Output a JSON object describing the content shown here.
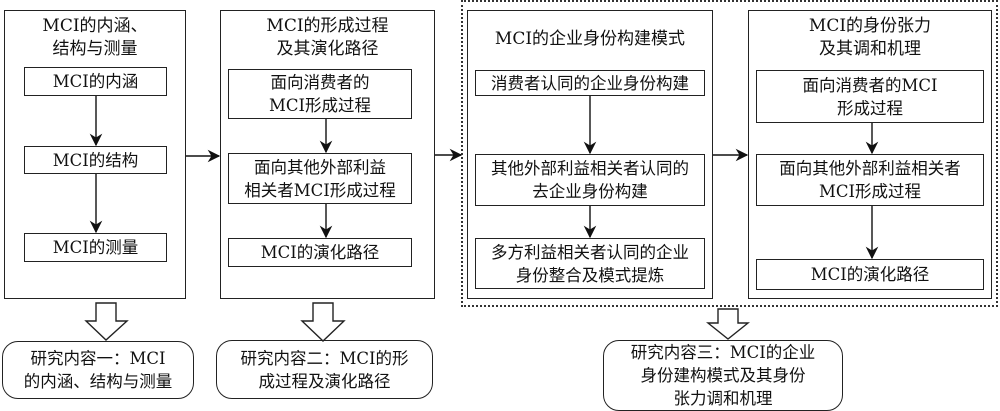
{
  "stages": [
    {
      "title": "MCI的内涵、\n结构与测量",
      "steps": [
        "MCI的内涵",
        "MCI的结构",
        "MCI的测量"
      ]
    },
    {
      "title": "MCI的形成过程\n及其演化路径",
      "steps": [
        "面向消费者的\nMCI形成过程",
        "面向其他外部利益\n相关者MCI形成过程",
        "MCI的演化路径"
      ]
    },
    {
      "title": "MCI的企业身份构建模式",
      "steps": [
        "消费者认同的企业身份构建",
        "其他外部利益相关者认同的\n去企业身份构建",
        "多方利益相关者认同的企业\n身份整合及模式提炼"
      ]
    },
    {
      "title": "MCI的身份张力\n及其调和机理",
      "steps": [
        "面向消费者的MCI\n形成过程",
        "面向其他外部利益相关者\nMCI形成过程",
        "MCI的演化路径"
      ]
    }
  ],
  "research_contents": [
    "研究内容一：MCI\n的内涵、结构与测量",
    "研究内容二：MCI的形\n成过程及演化路径",
    "研究内容三：MCI的企业\n身份建构模式及其身份\n张力调和机理"
  ]
}
